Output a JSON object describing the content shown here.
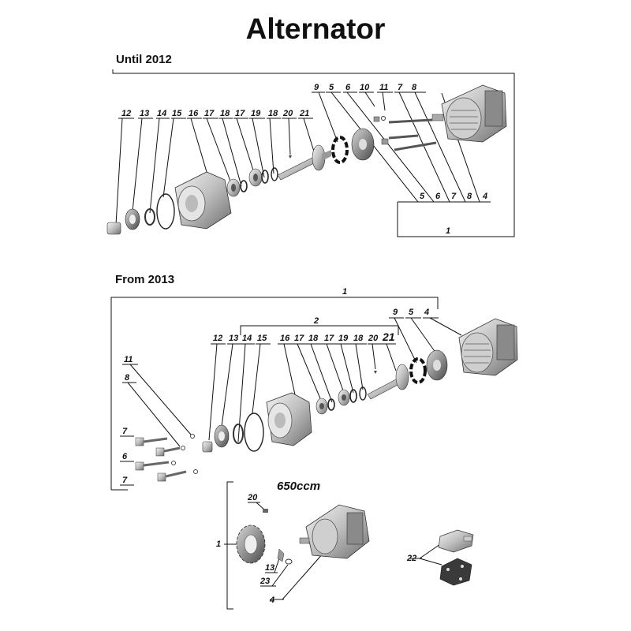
{
  "title": "Alternator",
  "sections": {
    "until_label": "Until 2012",
    "from_label": "From 2013",
    "variant_label": "650ccm"
  },
  "callouts": {
    "top": [
      "12",
      "13",
      "14",
      "15",
      "16",
      "17",
      "18",
      "17",
      "19",
      "18",
      "20",
      "21",
      "9",
      "5",
      "6",
      "10",
      "11",
      "7",
      "8",
      "5",
      "6",
      "7",
      "8",
      "4",
      "1"
    ],
    "middle": [
      "1",
      "2",
      "9",
      "5",
      "4",
      "12",
      "13",
      "14",
      "15",
      "16",
      "17",
      "18",
      "17",
      "19",
      "18",
      "20",
      "21",
      "11",
      "8",
      "7",
      "6",
      "7"
    ],
    "bottom": [
      "20",
      "1",
      "13",
      "23",
      "4",
      "22"
    ]
  }
}
